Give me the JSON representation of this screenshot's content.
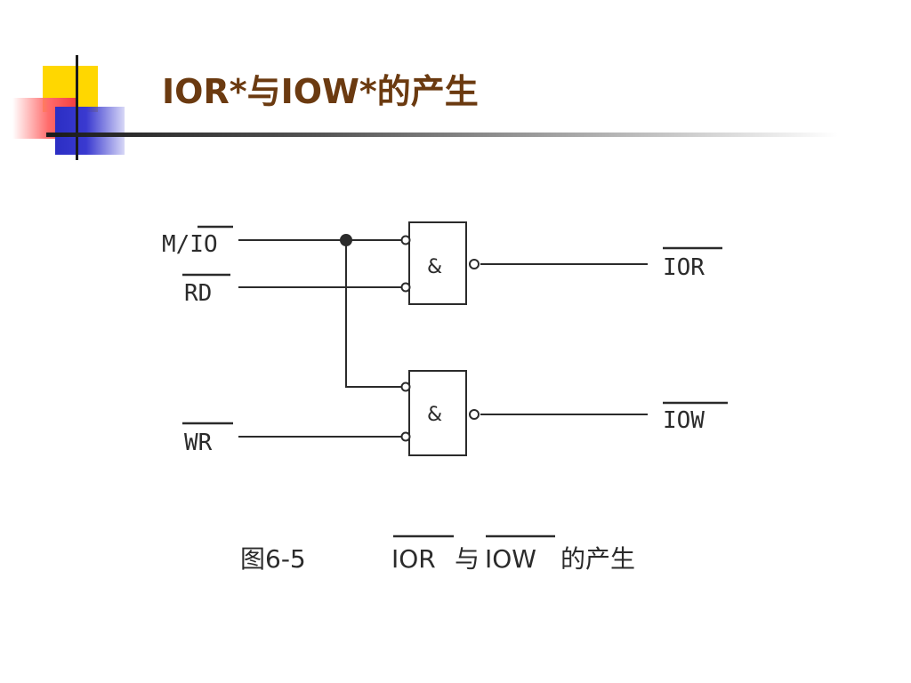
{
  "slide": {
    "title": "IOR*与IOW*的产生"
  },
  "circuit": {
    "inputs": {
      "mio": "M/IO",
      "rd": "RD",
      "wr": "WR"
    },
    "gate_symbol": "&",
    "outputs": {
      "ior": "IOR",
      "iow": "IOW"
    },
    "caption": {
      "fig_no": "图6-5",
      "ior": "IOR",
      "yu": "与",
      "iow": "IOW",
      "tail": "的产生"
    }
  },
  "colors": {
    "title": "#6b3a10",
    "wire": "#2b2b2b",
    "deco_yellow": "#ffd700",
    "deco_red": "#f23c3c",
    "deco_blue": "#2b2ec4"
  }
}
